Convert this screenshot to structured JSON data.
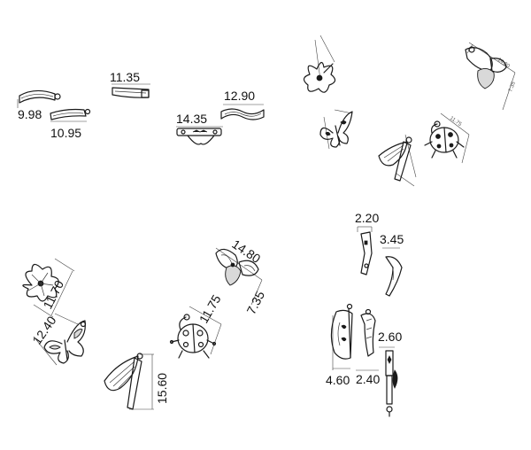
{
  "labels": {
    "d_998": "9.98",
    "d_1095": "10.95",
    "d_1135": "11.35",
    "d_1435": "14.35",
    "d_1290": "12.90",
    "d_220": "2.20",
    "d_345": "3.45",
    "d_1170": "11.70",
    "d_1240": "12.40",
    "d_1480": "14.80",
    "d_735": "7.35",
    "d_1175": "11.75",
    "d_1560": "15.60",
    "d_460": "4.60",
    "d_240": "2.40",
    "d_260": "2.60"
  },
  "colors": {
    "ink": "#1a1a1a",
    "background": "#ffffff"
  }
}
